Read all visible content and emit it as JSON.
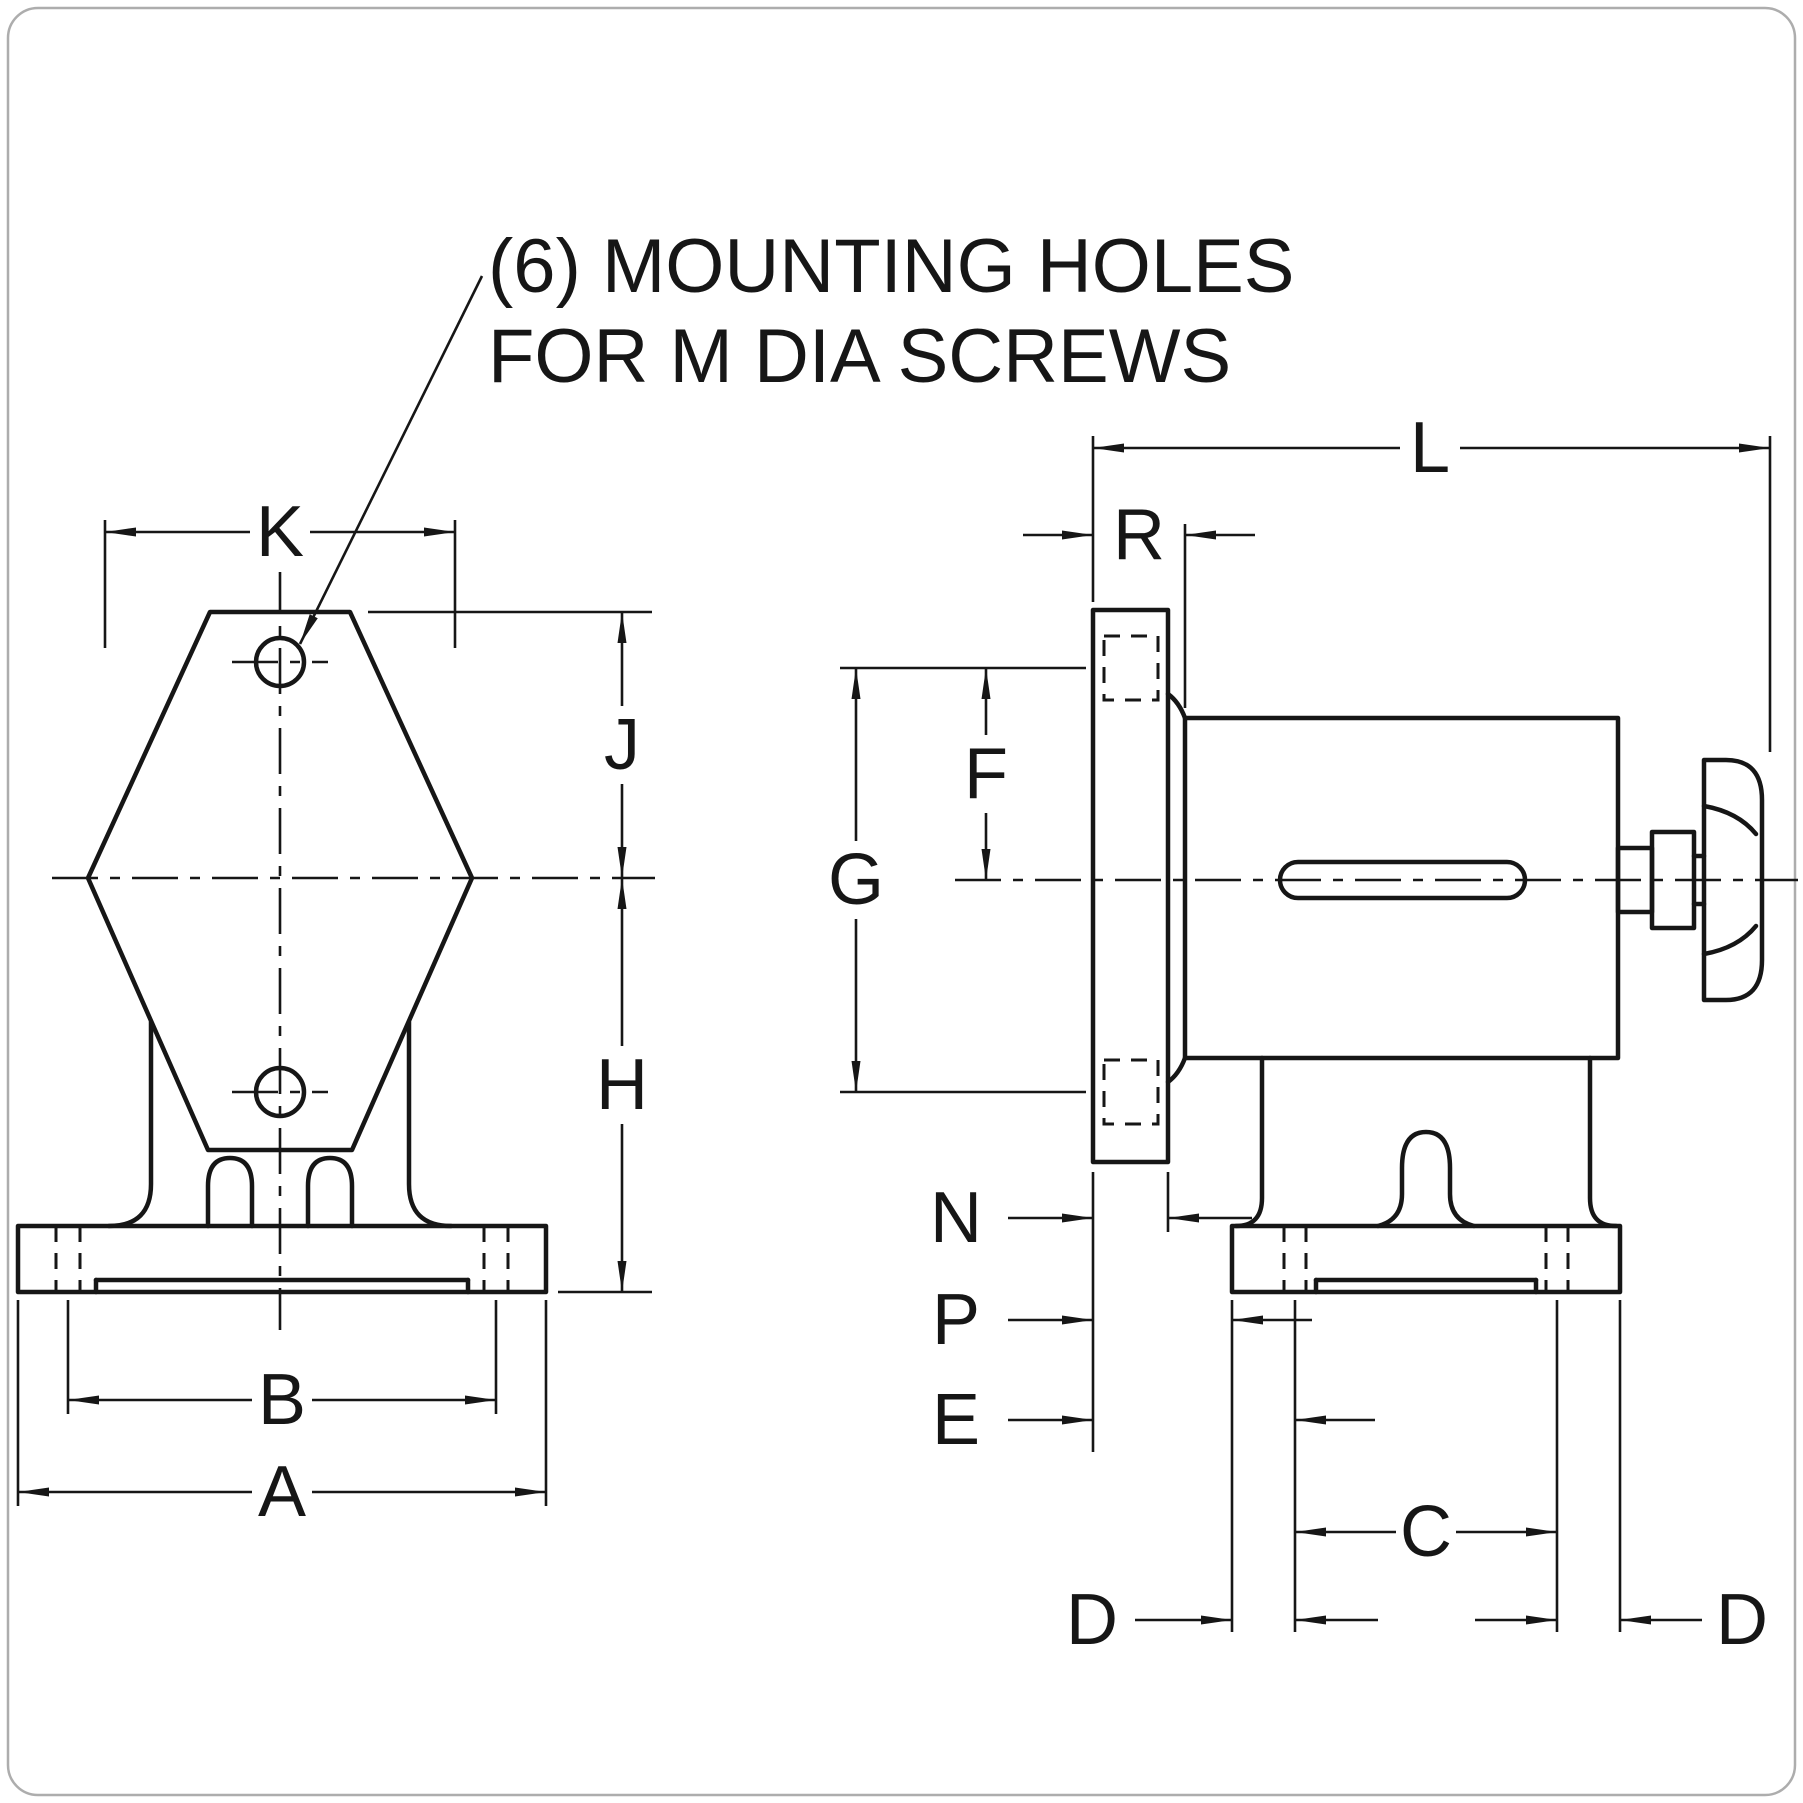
{
  "drawing": {
    "annotation": {
      "line1": "(6) MOUNTING HOLES",
      "line2": "FOR M DIA SCREWS"
    },
    "front_view": {
      "dims": {
        "K": "K",
        "J": "J",
        "H": "H",
        "B": "B",
        "A": "A"
      }
    },
    "side_view": {
      "dims": {
        "L": "L",
        "R": "R",
        "G": "G",
        "F": "F",
        "N": "N",
        "P": "P",
        "E": "E",
        "C": "C",
        "D_left": "D",
        "D_right": "D"
      }
    }
  },
  "colors": {
    "line": "#161616",
    "background": "#ffffff",
    "frame": "#adadad"
  }
}
